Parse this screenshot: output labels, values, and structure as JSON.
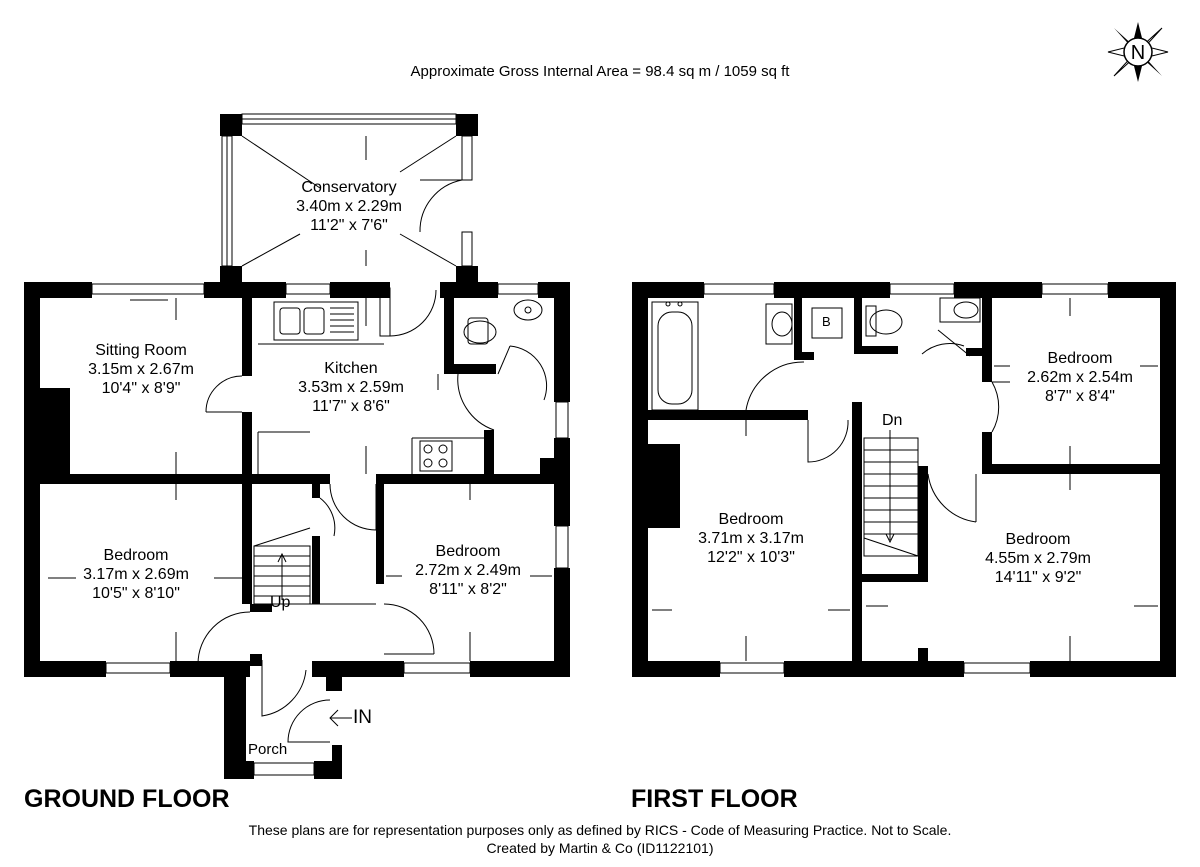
{
  "header": {
    "area": "Approximate Gross Internal Area = 98.4 sq m / 1059 sq ft"
  },
  "compass": {
    "letter": "N"
  },
  "ground_floor": {
    "title": "GROUND FLOOR",
    "rooms": {
      "conservatory": {
        "name": "Conservatory",
        "metric": "3.40m x 2.29m",
        "imperial": "11'2\" x 7'6\""
      },
      "sitting_room": {
        "name": "Sitting Room",
        "metric": "3.15m x 2.67m",
        "imperial": "10'4\" x 8'9\""
      },
      "kitchen": {
        "name": "Kitchen",
        "metric": "3.53m x 2.59m",
        "imperial": "11'7\" x 8'6\""
      },
      "bedroom_left": {
        "name": "Bedroom",
        "metric": "3.17m x 2.69m",
        "imperial": "10'5\" x 8'10\""
      },
      "bedroom_right": {
        "name": "Bedroom",
        "metric": "2.72m x 2.49m",
        "imperial": "8'11\" x 8'2\""
      }
    },
    "labels": {
      "up": "Up",
      "porch": "Porch",
      "entrance": "IN"
    }
  },
  "first_floor": {
    "title": "FIRST FLOOR",
    "rooms": {
      "bedroom_small": {
        "name": "Bedroom",
        "metric": "2.62m x 2.54m",
        "imperial": "8'7\" x 8'4\""
      },
      "bedroom_left": {
        "name": "Bedroom",
        "metric": "3.71m x 3.17m",
        "imperial": "12'2\" x 10'3\""
      },
      "bedroom_right": {
        "name": "Bedroom",
        "metric": "4.55m x 2.79m",
        "imperial": "14'11\" x 9'2\""
      }
    },
    "labels": {
      "down": "Dn",
      "boiler": "B"
    }
  },
  "footer": {
    "disclaimer": "These plans are for representation purposes only as defined by RICS - Code of Measuring Practice. Not to Scale.",
    "credit": "Created by Martin & Co (ID1122101)"
  }
}
